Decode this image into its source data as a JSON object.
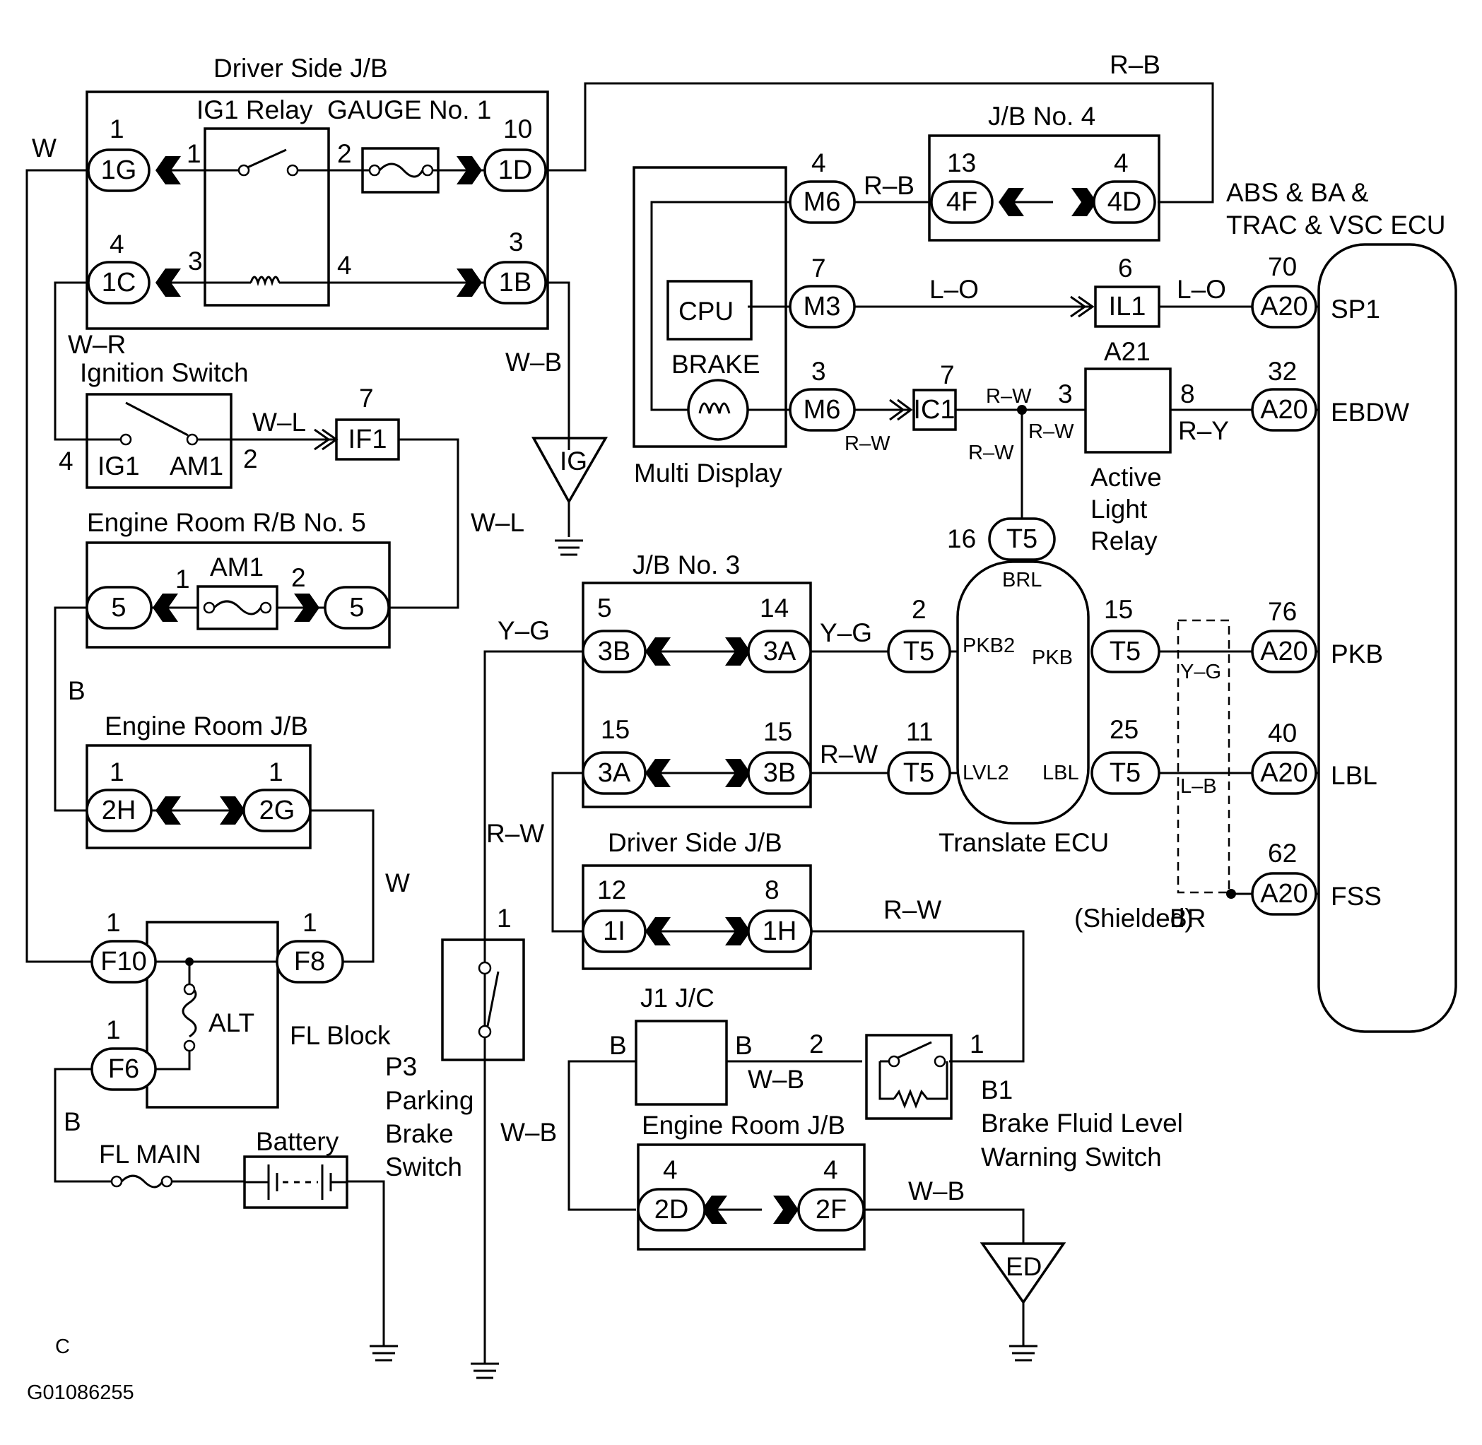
{
  "colors": {
    "line": "#000000",
    "background": "#ffffff"
  },
  "blocks": {
    "driver_jb_top": "Driver Side J/B",
    "ig1_relay": "IG1 Relay",
    "gauge_no1": "GAUGE No. 1",
    "jb_no4": "J/B No. 4",
    "abs_ecu_line1": "ABS & BA &",
    "abs_ecu_line2": "TRAC & VSC ECU",
    "ignition_switch": "Ignition Switch",
    "engine_rb5": "Engine Room R/B No. 5",
    "am1_fuse": "AM1",
    "engine_jb_left": "Engine Room J/B",
    "multi_display": "Multi Display",
    "cpu": "CPU",
    "brake": "BRAKE",
    "a21": "A21",
    "active_relay_1": "Active",
    "active_relay_2": "Light",
    "active_relay_3": "Relay",
    "jb_no3": "J/B No. 3",
    "translate_ecu": "Translate ECU",
    "driver_jb_mid": "Driver Side J/B",
    "alt": "ALT",
    "fl_block": "FL Block",
    "fl_main": "FL MAIN",
    "battery": "Battery",
    "p3_1": "P3",
    "p3_2": "Parking",
    "p3_3": "Brake",
    "p3_4": "Switch",
    "j1_jc": "J1 J/C",
    "engine_jb_bottom": "Engine Room J/B",
    "b1_1": "B1",
    "b1_2": "Brake Fluid Level",
    "b1_3": "Warning Switch",
    "shielded": "(Shielded)",
    "ground_ig": "IG",
    "ground_ed": "ED",
    "corner_mark": "C",
    "figure_id": "G01086255"
  },
  "connectors": {
    "c1G": "1G",
    "c1D": "1D",
    "c1C": "1C",
    "c1B": "1B",
    "cM6a": "M6",
    "cM3": "M3",
    "cM6b": "M6",
    "c4F": "4F",
    "c4D": "4D",
    "cIL1": "IL1",
    "cIC1": "IC1",
    "cIF1": "IF1",
    "cA20a": "A20",
    "cA20b": "A20",
    "cA20c": "A20",
    "cA20d": "A20",
    "cA20e": "A20",
    "c5a": "5",
    "c5b": "5",
    "c2H": "2H",
    "c2G": "2G",
    "cT5top": "T5",
    "cT5a": "T5",
    "cT5b": "T5",
    "cT5c": "T5",
    "cT5d": "T5",
    "c3B": "3B",
    "c3A": "3A",
    "c3A2": "3A",
    "c3B2": "3B",
    "c1I": "1I",
    "c1H": "1H",
    "cF10": "F10",
    "cF8": "F8",
    "cF6": "F6",
    "c2D": "2D",
    "c2F": "2F"
  },
  "terminals": {
    "ig1": "IG1",
    "am1": "AM1",
    "sp1": "SP1",
    "ebdw": "EBDW",
    "pkb_ecu": "PKB",
    "lbl_ecu": "LBL",
    "fss": "FSS",
    "brl": "BRL",
    "pkb2": "PKB2",
    "pkb_t": "PKB",
    "lvl2": "LVL2",
    "lbl_t": "LBL"
  },
  "wires": {
    "W_top": "W",
    "RB_top": "R–B",
    "RB_mid": "R–B",
    "WR": "W–R",
    "WB_ig": "W–B",
    "WL_a": "W–L",
    "WL_b": "W–L",
    "LO_a": "L–O",
    "LO_b": "L–O",
    "RW_ic1a": "R–W",
    "RW_ic1b": "R–W",
    "RW_relay": "R–W",
    "RW_down": "R–W",
    "RY": "R–Y",
    "YG_a": "Y–G",
    "YG_b": "Y–G",
    "YG_shield": "Y–G",
    "RW_3b": "R–W",
    "LB_shield": "L–B",
    "B_left": "B",
    "W_right": "W",
    "RW_vert": "R–W",
    "RW_1h": "R–W",
    "BR": "BR",
    "B_fl": "B",
    "B_j1a": "B",
    "B_j1b": "B",
    "WB_j1": "W–B",
    "WB_vert": "W–B",
    "WB_ed": "W–B"
  },
  "pins": {
    "p_1g": "1",
    "p_1d": "10",
    "p_1c": "4",
    "p_1b": "3",
    "p_r1": "1",
    "p_r2": "2",
    "p_r3": "3",
    "p_r4": "4",
    "p_m6a": "4",
    "p_m3": "7",
    "p_m6b": "3",
    "p_4f": "13",
    "p_4d": "4",
    "p_il1": "6",
    "p_ic1": "7",
    "p_sp1": "70",
    "p_ebdw": "32",
    "p_a21in": "3",
    "p_a21out": "8",
    "p_ig_4": "4",
    "p_ig_2": "2",
    "p_if1": "7",
    "p_am1_1": "1",
    "p_am1_2": "2",
    "p_2h": "1",
    "p_2g": "1",
    "p_t5top": "16",
    "p_3b": "5",
    "p_3a": "14",
    "p_t5a": "2",
    "p_t5b": "15",
    "p_pkb": "76",
    "p_3a2": "15",
    "p_3b2": "15",
    "p_t5c": "11",
    "p_t5d": "25",
    "p_lbl": "40",
    "p_fss": "62",
    "p_1i": "12",
    "p_1h": "8",
    "p_p3": "1",
    "p_f10": "1",
    "p_f8": "1",
    "p_f6": "1",
    "p_b1_2": "2",
    "p_b1_1": "1",
    "p_2d": "4",
    "p_2f": "4"
  }
}
